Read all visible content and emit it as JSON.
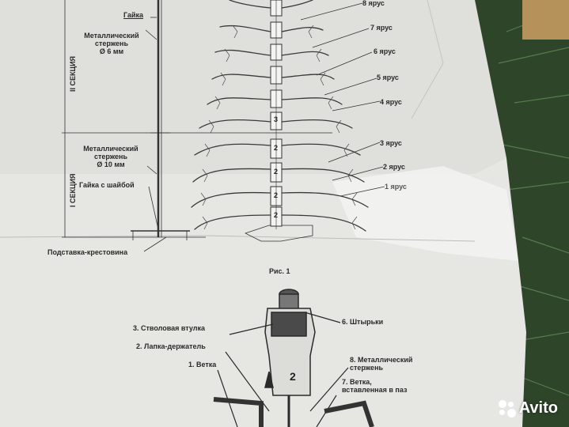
{
  "labels": {
    "nut": "Гайка",
    "rod6": "Металлический\nстержень\nØ 6 мм",
    "rod10": "Металлический\nстержень\nØ 10 мм",
    "nut_washer": "Гайка с шайбой",
    "stand": "Подставка-крестовина",
    "fig": "Рис. 1",
    "section2": "II СЕКЦИЯ",
    "section1": "I СЕКЦИЯ",
    "tiers": [
      "8 ярус",
      "7 ярус",
      "6 ярус",
      "5 ярус",
      "4 ярус",
      "3 ярус",
      "2 ярус",
      "1 ярус"
    ],
    "parts": {
      "p3": "3. Стволовая втулка",
      "p2": "2. Лапка-держатель",
      "p1": "1. Ветка",
      "p6": "6. Штырьки",
      "p8": "8. Металлический\nстержень",
      "p7": "7. Ветка,\nвставленная в паз"
    },
    "seg_numbers": [
      "3",
      "2",
      "2",
      "2",
      "2"
    ],
    "sleeve_number": "2"
  },
  "watermark": "Avito",
  "colors": {
    "paper": "#e4e4e1",
    "ink": "#2a2a2a",
    "tree": "#3a3a3a",
    "pine": "#2f4a2a"
  }
}
